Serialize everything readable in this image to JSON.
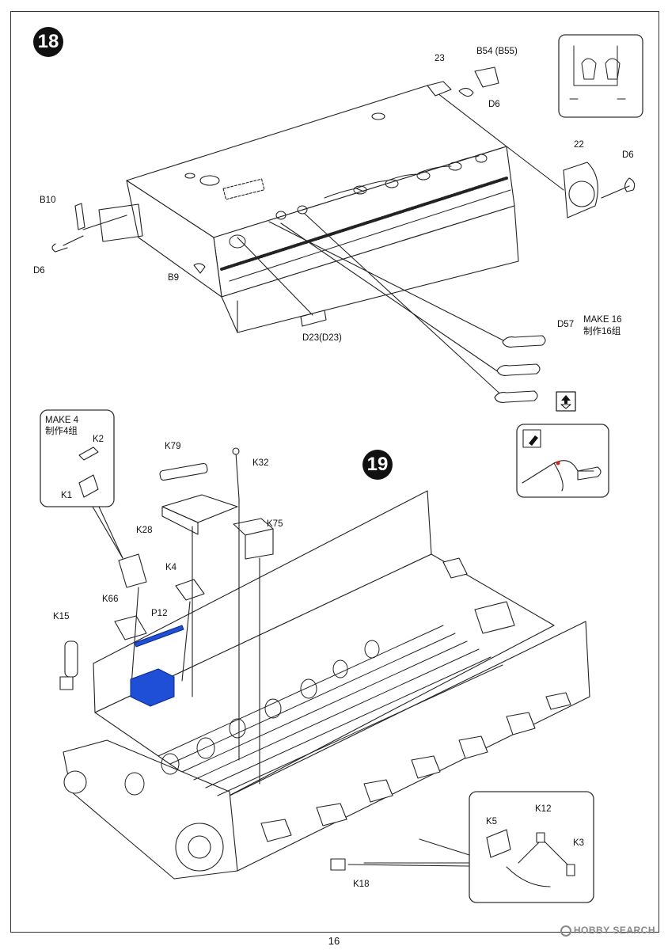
{
  "steps": {
    "step18": "18",
    "step19": "19"
  },
  "step18_labels": {
    "part_23": "23",
    "b54": "B54 (B55)",
    "d6_top": "D6",
    "part_22": "22",
    "d6_right": "D6",
    "b10": "B10",
    "d6_left": "D6",
    "b9": "B9",
    "d23": "D23(D23)",
    "d57": "D57",
    "make16_en": "MAKE 16",
    "make16_cn": "制作16组"
  },
  "step19_labels": {
    "make4_en": "MAKE 4",
    "make4_cn": "制作4组",
    "k2": "K2",
    "k1": "K1",
    "k79": "K79",
    "k32": "K32",
    "k28": "K28",
    "k75": "K75",
    "k4": "K4",
    "k66": "K66",
    "p12": "P12",
    "k15": "K15",
    "k18": "K18",
    "k5": "K5",
    "k12": "K12",
    "k3": "K3"
  },
  "colors": {
    "highlight_blue": "#1f4fd6",
    "ink": "#111111",
    "glue_red": "#d22020"
  },
  "icons": [
    "flip-arrow-icon",
    "glue-bottle-icon"
  ],
  "footer": {
    "page_number": "16",
    "watermark": "HOBBY SEARCH"
  }
}
